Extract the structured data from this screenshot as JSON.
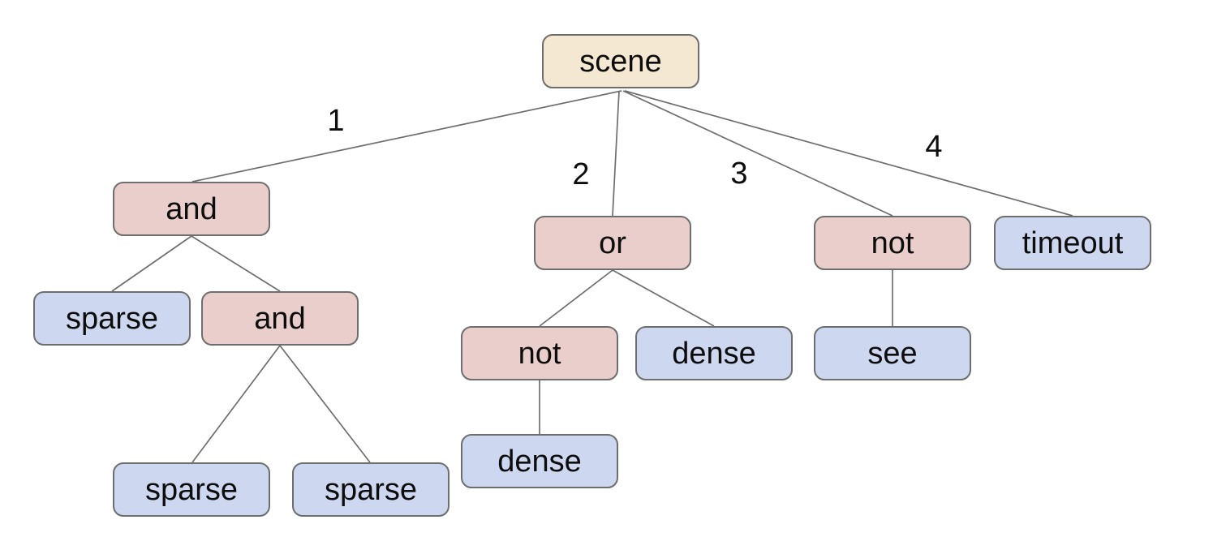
{
  "colors": {
    "background": "#ffffff",
    "root_fill": "#f5e8d2",
    "operator_fill": "#e9cecb",
    "leaf_fill": "#cdd8f0",
    "node_border": "#6e6e6e",
    "edge_line": "#6e6e6e",
    "text": "#0d0d0d"
  },
  "tree": {
    "root": "scene",
    "structure": "scene -> [1] and(sparse, and(sparse, sparse)); [2] or(not(dense), dense); [3] not(see); [4] timeout"
  },
  "nodes": {
    "scene": {
      "label": "scene",
      "type": "root"
    },
    "and1": {
      "label": "and",
      "type": "operator"
    },
    "or1": {
      "label": "or",
      "type": "operator"
    },
    "not1": {
      "label": "not",
      "type": "operator"
    },
    "timeout": {
      "label": "timeout",
      "type": "leaf"
    },
    "sparse1": {
      "label": "sparse",
      "type": "leaf"
    },
    "and2": {
      "label": "and",
      "type": "operator"
    },
    "not2": {
      "label": "not",
      "type": "operator"
    },
    "dense1": {
      "label": "dense",
      "type": "leaf"
    },
    "see": {
      "label": "see",
      "type": "leaf"
    },
    "dense2": {
      "label": "dense",
      "type": "leaf"
    },
    "sparse2": {
      "label": "sparse",
      "type": "leaf"
    },
    "sparse3": {
      "label": "sparse",
      "type": "leaf"
    }
  },
  "edge_labels": {
    "branch1": "1",
    "branch2": "2",
    "branch3": "3",
    "branch4": "4"
  }
}
